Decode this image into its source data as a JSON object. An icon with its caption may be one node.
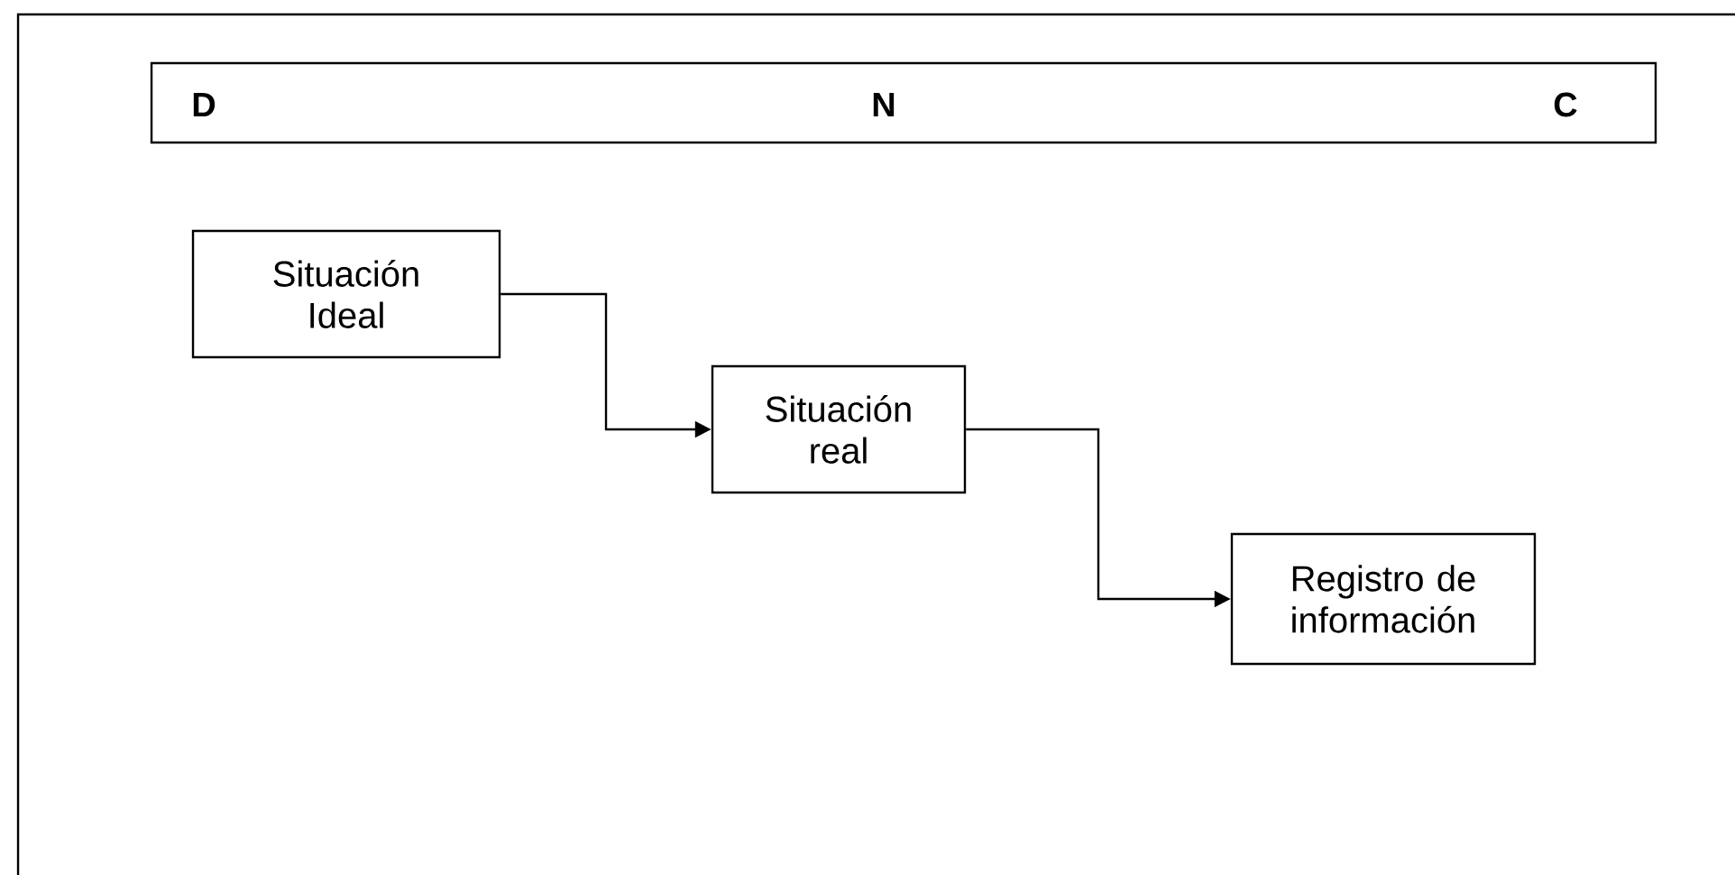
{
  "diagram": {
    "nodes": [
      {
        "text": [
          "D",
          "N",
          "C"
        ]
      },
      {
        "text": [
          "Situación Ideal"
        ]
      },
      {
        "text": [
          "Situación real"
        ]
      },
      {
        "text": [
          "Registro de información"
        ]
      }
    ],
    "edges": [
      {
        "from": 1,
        "to": 2,
        "arrow": "to"
      },
      {
        "from": 2,
        "to": 3,
        "arrow": "to"
      }
    ]
  }
}
